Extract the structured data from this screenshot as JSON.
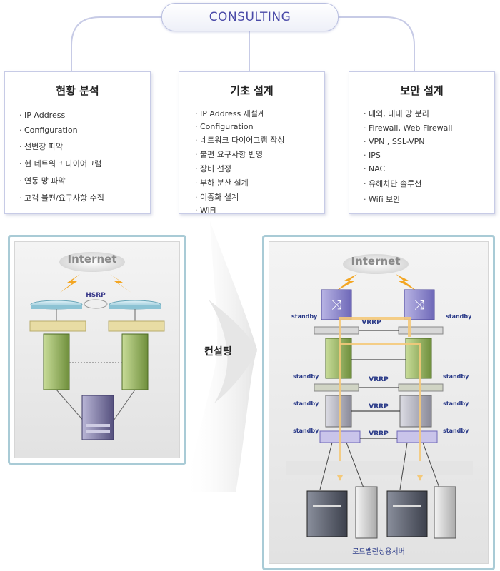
{
  "header": {
    "title": "CONSULTING"
  },
  "columns": [
    {
      "title": "현황 분석",
      "items": [
        "IP Address",
        "Configuration",
        "선번장 파악",
        "현 네트워크 다이어그램",
        "연동 망 파악",
        "고객 불편/요구사항 수집"
      ]
    },
    {
      "title": "기초 설계",
      "items": [
        "IP Address 재설계",
        "Configuration",
        "네트워크 다이어그램 작성",
        "불편 요구사항 반영",
        "장비 선정",
        "부하 분산 설계",
        "이중화 설계",
        "WiFi"
      ]
    },
    {
      "title": "보안 설계",
      "items": [
        "대외, 대내 망 분리",
        "Firewall, Web Firewall",
        "VPN , SSL-VPN",
        "IPS",
        "NAC",
        "유해차단 솔루션",
        "Wifi 보안"
      ]
    }
  ],
  "left_diagram": {
    "internet": "Internet",
    "protocol": "HSRP"
  },
  "middle": {
    "label": "컨설팅"
  },
  "right_diagram": {
    "internet": "Internet",
    "protocol": "VRRP",
    "standby": "standby",
    "caption": "로드밸런싱용서버"
  },
  "colors": {
    "accent": "#4a4aa8",
    "panel_border": "#a9cbd6",
    "flow": "#f4c97a"
  }
}
